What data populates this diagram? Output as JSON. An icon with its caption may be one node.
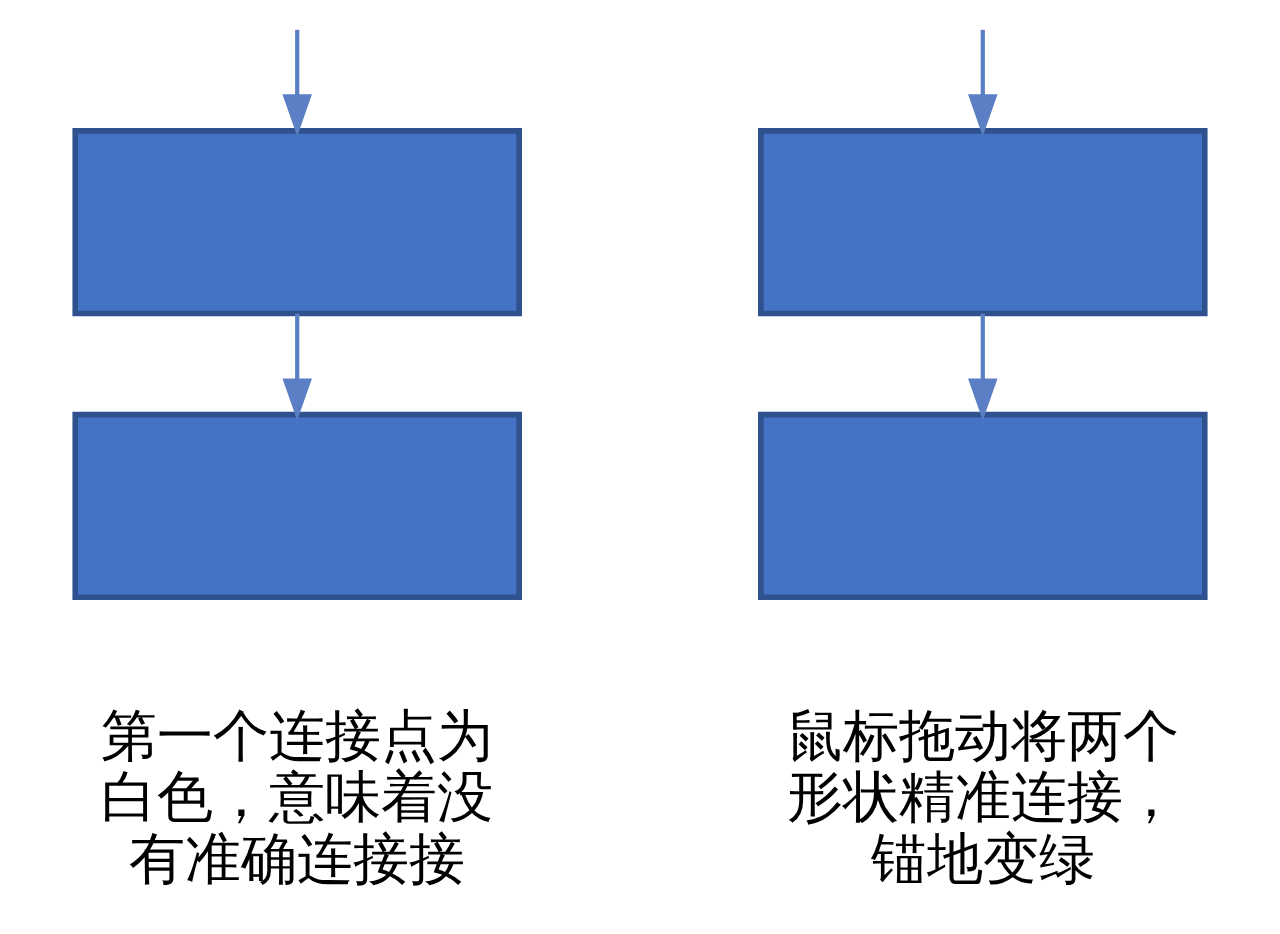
{
  "diagram": {
    "nodes": [
      {
        "text": [],
        "shape": "box"
      },
      {
        "text": [],
        "shape": "box"
      },
      {
        "text": [],
        "shape": "box"
      },
      {
        "text": [],
        "shape": "box"
      }
    ],
    "edges": [
      {
        "from": null,
        "to": 0,
        "arrow": "to"
      },
      {
        "from": 0,
        "to": 1,
        "arrow": "to"
      },
      {
        "from": null,
        "to": 2,
        "arrow": "to"
      },
      {
        "from": 2,
        "to": 3,
        "arrow": "to"
      }
    ],
    "labels": [
      "第一个连接点为白色，意味着没有准确连接接",
      "鼠标拖动将两个形状精准连接，锚地变绿"
    ]
  }
}
